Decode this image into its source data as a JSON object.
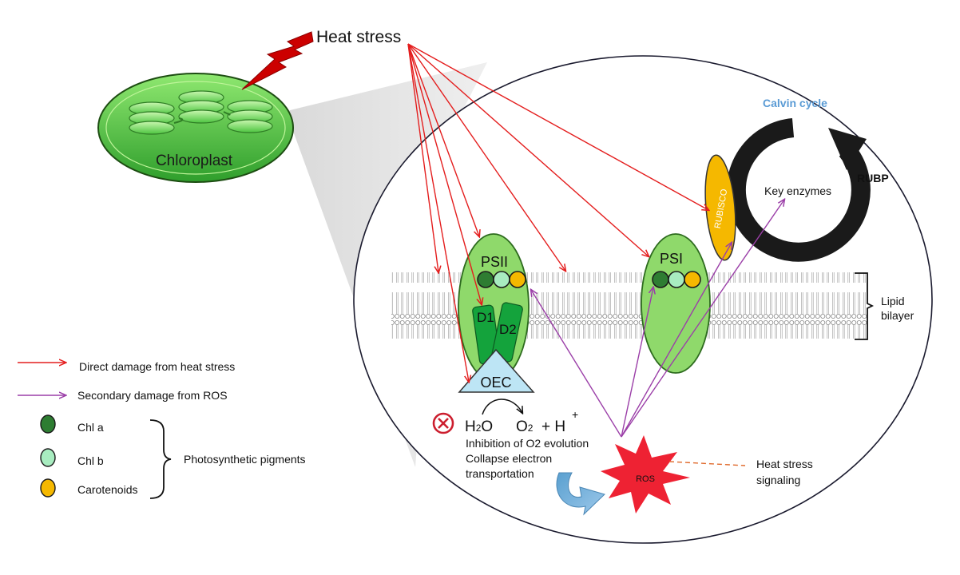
{
  "labels": {
    "heat_stress": "Heat stress",
    "chloroplast": "Chloroplast",
    "calvin_cycle": "Calvin cycle",
    "rubp": "RUBP",
    "key_enzymes": "Key enzymes",
    "rubisco": "RUBISCO",
    "psii": "PSII",
    "psi": "PSI",
    "d1": "D1",
    "d2": "D2",
    "oec": "OEC",
    "lipid_bilayer_line1": "Lipid",
    "lipid_bilayer_line2": "bilayer",
    "h2o_h": "H",
    "h2o_sub": "2",
    "h2o_o": "O",
    "o2_o": "O",
    "o2_sub": "2",
    "plus_h": "+ H",
    "plus_sup": "+",
    "inhibition_line1": "Inhibition of O2 evolution",
    "inhibition_line2": "Collapse electron",
    "inhibition_line3": "transportation",
    "ros": "ROS",
    "heat_signaling_line1": "Heat stress",
    "heat_signaling_line2": "signaling"
  },
  "legend": {
    "direct_damage": "Direct damage from heat stress",
    "secondary_damage": "Secondary damage from ROS",
    "chl_a": "Chl a",
    "chl_b": "Chl b",
    "carotenoids": "Carotenoids",
    "photosynthetic_pigments": "Photosynthetic pigments"
  },
  "colors": {
    "direct_arrow": "#e41e1e",
    "ros_arrow": "#9b3fa8",
    "chl_a": "#2e7d32",
    "chl_b": "#a8ecc0",
    "carotenoid": "#f5b800",
    "psystem": "#8fd96b",
    "ros": "#ee2233",
    "calvin_title": "#5a9bd5"
  }
}
